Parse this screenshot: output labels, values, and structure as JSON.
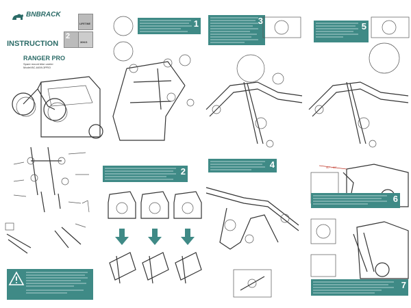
{
  "brand": {
    "logo_text": "BNBRACK",
    "accent": "#3f8a86"
  },
  "cover": {
    "section_title": "INSTRUCTION",
    "product_name": "RANGER PRO",
    "subtitle": "Spare mount bike carrier",
    "model": "Model:BC-6459-3PRO",
    "badges": {
      "bikes_number": "2",
      "warranty": "LIFETIME",
      "weight": "30KG"
    }
  },
  "steps": [
    {
      "number": "1"
    },
    {
      "number": "2"
    },
    {
      "number": "3"
    },
    {
      "number": "4"
    },
    {
      "number": "5"
    },
    {
      "number": "6"
    },
    {
      "number": "7"
    }
  ],
  "labels": {
    "warning_dim_label": "40° - 60°"
  }
}
